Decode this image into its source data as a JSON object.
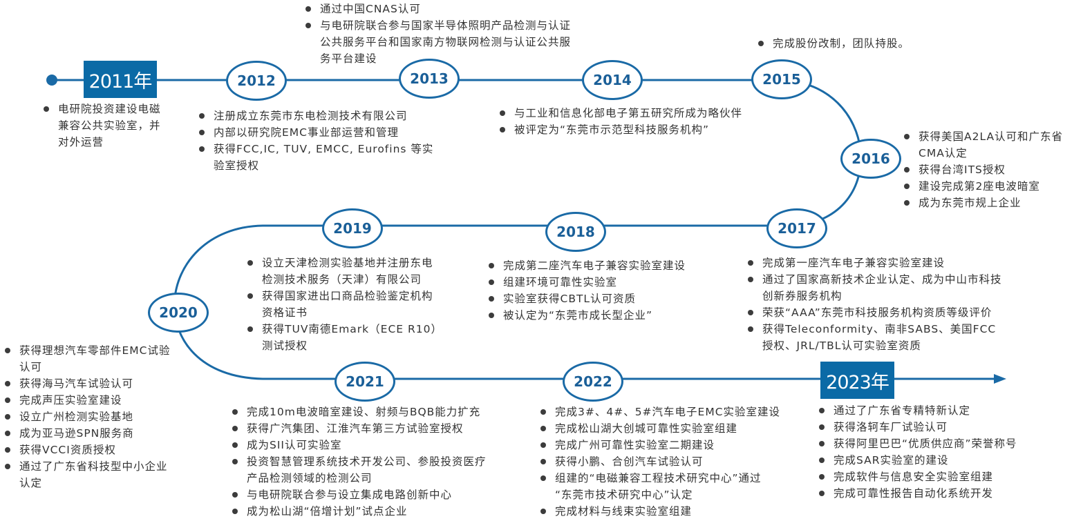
{
  "colors": {
    "line": "#1a6aa6",
    "box": "#0b6aa6",
    "text": "#333333"
  },
  "milestones": {
    "y2011": {
      "label": "2011年",
      "events": [
        "电研院投资建设电磁",
        "兼容公共实验室，并",
        "对外运营"
      ]
    },
    "y2012": {
      "label": "2012",
      "events": [
        "注册成立东莞市东电检测技术有限公司",
        "内部以研究院EMC事业部运营和管理",
        "获得FCC,IC, TUV, EMCC, Eurofins 等实",
        "验室授权"
      ]
    },
    "y2013": {
      "label": "2013",
      "events": [
        "通过中国CNAS认可",
        "与电研院联合参与国家半导体照明产品检测与认证",
        "公共服务平台和国家南方物联网检测与认证公共服",
        "务平台建设"
      ]
    },
    "y2014": {
      "label": "2014",
      "events": [
        "与工业和信息化部电子第五研究所成为略伙伴",
        "被评定为“东莞市示范型科技服务机构”"
      ]
    },
    "y2015": {
      "label": "2015",
      "events": [
        "完成股份改制，团队持股。"
      ]
    },
    "y2016": {
      "label": "2016",
      "events": [
        "获得美国A2LA认可和广东省",
        "CMA认定",
        "获得台湾ITS授权",
        "建设完成第2座电波暗室",
        "成为东莞市规上企业"
      ]
    },
    "y2017": {
      "label": "2017",
      "events": [
        "完成第一座汽车电子兼容实验室建设",
        "通过了国家高新技术企业认定、成为中山市科技",
        "创新券服务机构",
        "荣获“AAA”东莞市科技服务机构资质等级评价",
        "获得Teleconformity、南非SABS、美国FCC",
        "授权、JRL/TBL认可实验室资质"
      ]
    },
    "y2018": {
      "label": "2018",
      "events": [
        "完成第二座汽车电子兼容实验室建设",
        "组建环境可靠性实验室",
        "实验室获得CBTL认可资质",
        "被认定为“东莞市成长型企业”"
      ]
    },
    "y2019": {
      "label": "2019",
      "events": [
        "设立天津检测实验基地并注册东电",
        "检测技术服务（天津）有限公司",
        "获得国家进出口商品检验鉴定机构",
        "资格证书",
        "获得TUV南德Emark（ECE R10）",
        "测试授权"
      ]
    },
    "y2020": {
      "label": "2020",
      "events": [
        "获得理想汽车零部件EMC试验",
        "认可",
        "获得海马汽车试验认可",
        "完成声压实验室建设",
        "设立广州检测实验基地",
        "成为亚马逊SPN服务商",
        "获得VCCI资质授权",
        "通过了广东省科技型中小企业",
        "认定"
      ]
    },
    "y2021": {
      "label": "2021",
      "events": [
        "完成10m电波暗室建设、射频与BQB能力扩充",
        "获得广汽集团、江淮汽车第三方试验室授权",
        "成为SII认可实验室",
        "投资智慧管理系统技术开发公司、参股投资医疗",
        "产品检测领域的检测公司",
        "与电研院联合参与设立集成电路创新中心",
        "成为松山湖“倍增计划”试点企业"
      ]
    },
    "y2022": {
      "label": "2022",
      "events": [
        "完成3#、4#、5#汽车电子EMC实验室建设",
        "完成松山湖大创城可靠性实验室组建",
        "完成广州可靠性实验室二期建设",
        "获得小鹏、合创汽车试验认可",
        "组建的“电磁兼容工程技术研究中心”通过",
        "“东莞市技术研究中心”认定",
        "完成材料与线束实验室组建"
      ]
    },
    "y2023": {
      "label": "2023年",
      "events": [
        "通过了广东省专精特新认定",
        "获得洛轲车厂试验认可",
        "获得阿里巴巴“优质供应商”荣誉称号",
        "完成SAR实验室的建设",
        "完成软件与信息安全实验室组建",
        "完成可靠性报告自动化系统开发"
      ]
    }
  }
}
